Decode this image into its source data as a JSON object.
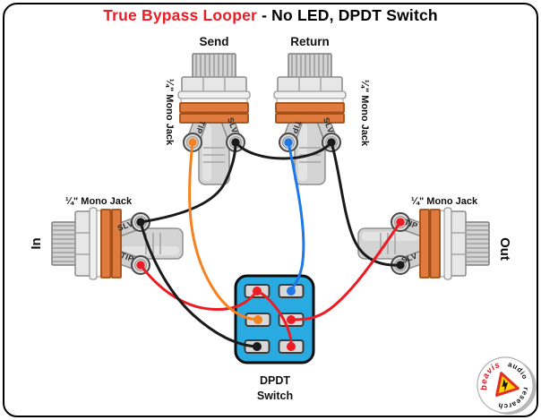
{
  "title": {
    "main": "True Bypass Looper",
    "rest": " - No LED, DPDT Switch"
  },
  "jacks": {
    "send": {
      "label": "Send",
      "type_label": "¼\" Mono Jack"
    },
    "return": {
      "label": "Return",
      "type_label": "¼\" Mono Jack"
    },
    "in": {
      "label": "In",
      "type_label": "¼\" Mono Jack"
    },
    "out": {
      "label": "Out",
      "type_label": "¼\" Mono Jack"
    }
  },
  "lug_labels": {
    "tip": "TIP",
    "sleeve": "SLV"
  },
  "switch": {
    "label_line1": "DPDT",
    "label_line2": "Switch"
  },
  "logo": {
    "word1": "beavis",
    "word2": "audio",
    "word3": "research"
  },
  "colors": {
    "wire_red": "#EC1C24",
    "wire_orange": "#F58220",
    "wire_blue": "#1E78E8",
    "wire_black": "#1A1A1A",
    "switch_body": "#29ABE2",
    "spacer_orange": "#DF7B3E",
    "title_red": "#EC1C24",
    "logo_triangle": "#FFD200",
    "logo_triangle_border": "#E03025",
    "logo_red": "#D42027"
  },
  "connections": [
    {
      "wire_color": "red",
      "from": "In jack TIP",
      "to": "DPDT top-left lug"
    },
    {
      "wire_color": "black",
      "from": "In jack SLV",
      "to": "DPDT bottom-left lug"
    },
    {
      "wire_color": "black",
      "from": "In jack SLV",
      "to": "Send jack SLV"
    },
    {
      "wire_color": "orange",
      "from": "Send jack TIP",
      "to": "DPDT middle-left lug"
    },
    {
      "wire_color": "black",
      "from": "Send jack SLV",
      "to": "Return jack SLV"
    },
    {
      "wire_color": "blue",
      "from": "Return jack TIP",
      "to": "DPDT top-right lug"
    },
    {
      "wire_color": "black",
      "from": "Return jack SLV",
      "to": "Out jack SLV"
    },
    {
      "wire_color": "red",
      "from": "Out jack TIP",
      "to": "DPDT middle-right lug"
    },
    {
      "wire_color": "red",
      "from": "DPDT top-left lug",
      "to": "DPDT bottom-right lug"
    }
  ]
}
